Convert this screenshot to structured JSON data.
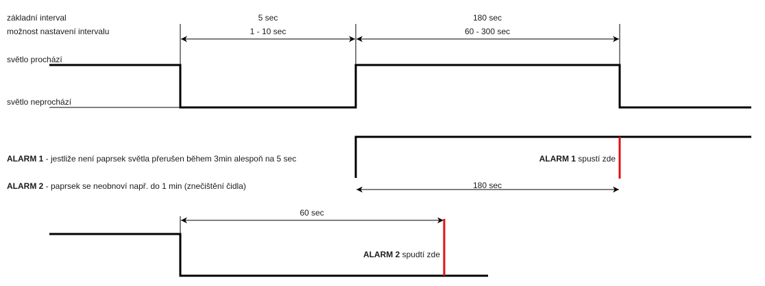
{
  "labels": {
    "base_interval": "základní interval",
    "interval_setting": "možnost nastavení intervalu",
    "light_passes": "světlo prochází",
    "light_blocked": "světlo neprochází"
  },
  "intervals": {
    "short_value": "5 sec",
    "short_range": "1 - 10 sec",
    "long_value": "180 sec",
    "long_range": "60 - 300 sec"
  },
  "alarm1": {
    "name": "ALARM 1",
    "description": " - jestliže není paprsek světla přerušen během 3min alespoň na 5 sec",
    "trigger_text": " spustí zde",
    "duration": "180 sec"
  },
  "alarm2": {
    "name": "ALARM 2",
    "description": " - paprsek se neobnoví např. do 1 min (znečištění čidla)",
    "trigger_text": " spudtí zde",
    "duration": "60 sec"
  },
  "colors": {
    "signal": "#000000",
    "alarm": "#e01010"
  }
}
